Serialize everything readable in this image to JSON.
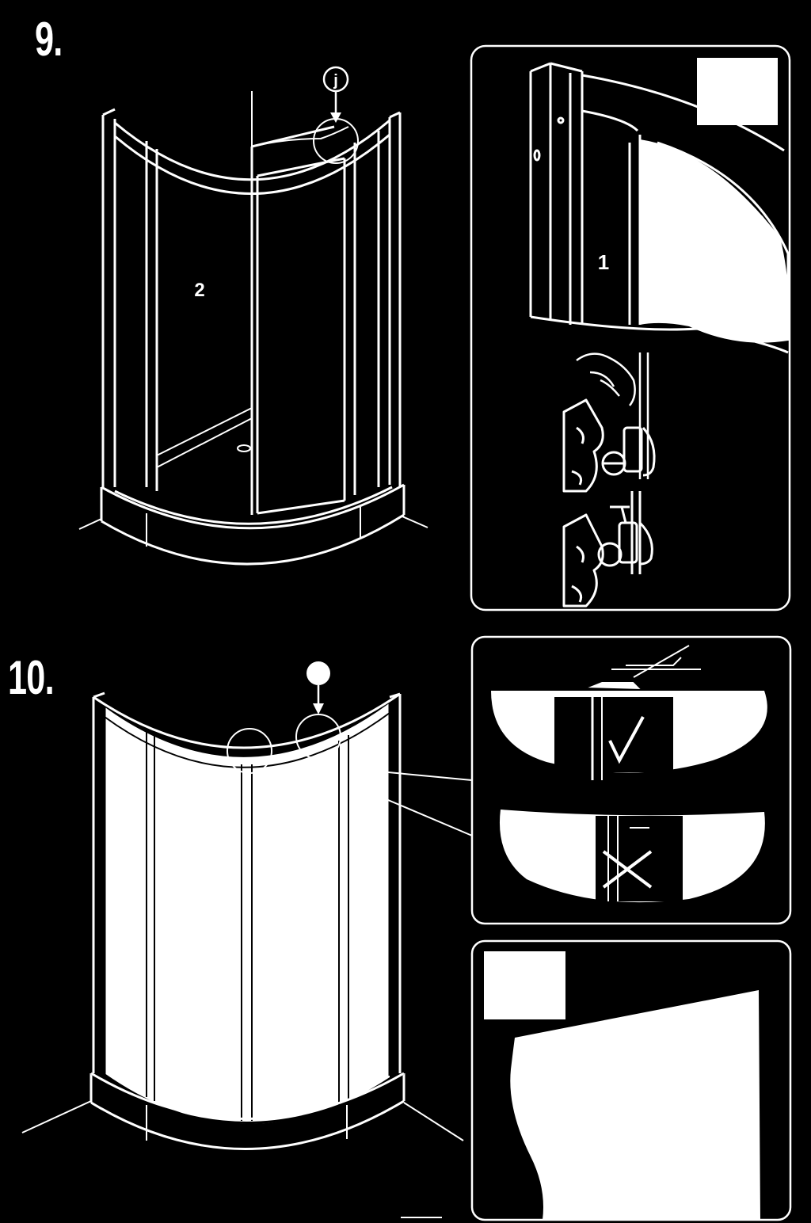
{
  "steps": {
    "step9": {
      "number": "9.",
      "callout_letter": "j",
      "panel_label": "2",
      "detail_label": "1"
    },
    "step10": {
      "number": "10."
    }
  },
  "colors": {
    "background": "#000000",
    "line": "#ffffff"
  },
  "icons": {
    "correct": "check-mark-icon",
    "incorrect": "cross-mark-icon"
  }
}
